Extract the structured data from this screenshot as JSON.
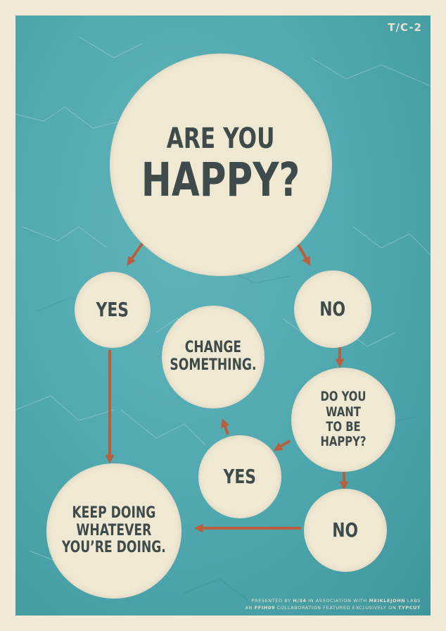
{
  "poster": {
    "code": "T/C-2",
    "colors": {
      "background": "#4fa7ae",
      "circle": "#efe8d3",
      "text": "#3f4b4a",
      "arrow": "#b85f3e",
      "border": "#f1ead7"
    }
  },
  "nodes": {
    "happy_q_line1": "ARE YOU",
    "happy_q_line2": "HAPPY?",
    "yes1": "YES",
    "no1": "NO",
    "change_line1": "CHANGE",
    "change_line2": "SOMETHING.",
    "want_line1": "DO YOU WANT",
    "want_line2": "TO BE HAPPY?",
    "yes2": "YES",
    "keep_line1": "KEEP DOING",
    "keep_line2": "WHATEVER",
    "keep_line3": "YOU’RE DOING.",
    "no2": "NO"
  },
  "credits": {
    "l1_a": "PRESENTED BY ",
    "l1_b": "H/34",
    "l1_c": " IN ASSOCIATION WITH ",
    "l1_d": "MEIKLEJOHN",
    "l1_e": " LABS",
    "l2_a": "AN ",
    "l2_b": "FFIH09",
    "l2_c": " COLLABORATION FEATURED EXCLUSIVELY ON ",
    "l2_d": "TYPCUT"
  }
}
